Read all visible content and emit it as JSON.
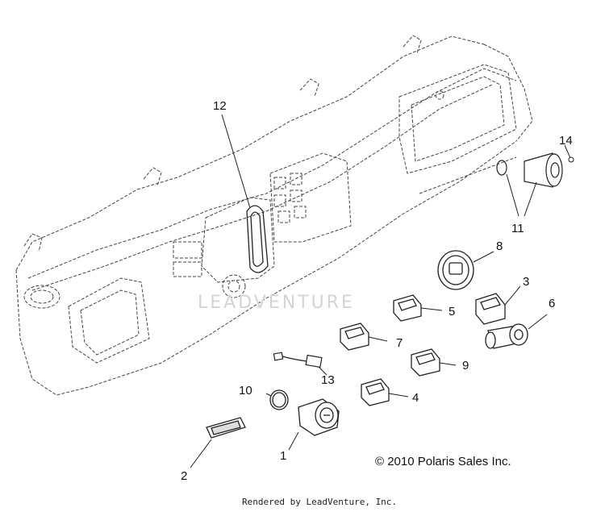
{
  "watermark": "LEADVENTURE",
  "callouts": [
    "1",
    "2",
    "3",
    "4",
    "5",
    "6",
    "7",
    "8",
    "9",
    "10",
    "11",
    "12",
    "13",
    "14"
  ],
  "copyright": "© 2010 Polaris Sales Inc.",
  "rendered_by": "Rendered by LeadVenture, Inc.",
  "colors": {
    "line": "#222222",
    "dash": "#555555",
    "watermark": "#d4d4d4"
  }
}
